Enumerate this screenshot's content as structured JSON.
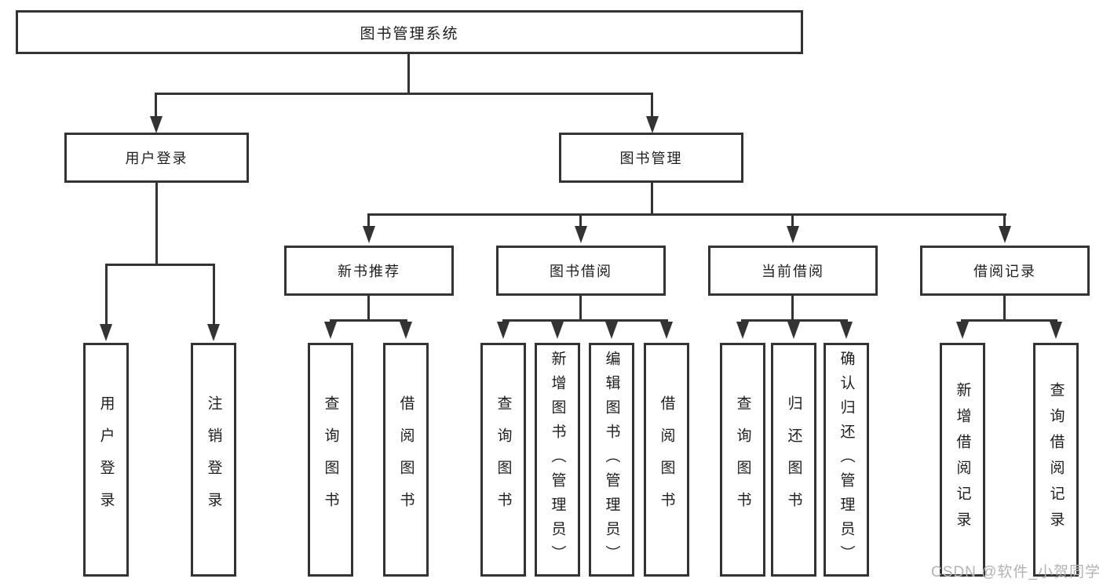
{
  "tree": {
    "label": "图书管理系统",
    "children": [
      {
        "label": "用户登录",
        "children": [
          {
            "label": "用户登录"
          },
          {
            "label": "注销登录"
          }
        ]
      },
      {
        "label": "图书管理",
        "children": [
          {
            "label": "新书推荐",
            "children": [
              {
                "label": "查询图书"
              },
              {
                "label": "借阅图书"
              }
            ]
          },
          {
            "label": "图书借阅",
            "children": [
              {
                "label": "查询图书"
              },
              {
                "label": "新增图书（管理员）"
              },
              {
                "label": "编辑图书（管理员）"
              },
              {
                "label": "借阅图书"
              }
            ]
          },
          {
            "label": "当前借阅",
            "children": [
              {
                "label": "查询图书"
              },
              {
                "label": "归还图书"
              },
              {
                "label": "确认归还（管理员）"
              }
            ]
          },
          {
            "label": "借阅记录",
            "children": [
              {
                "label": "新增借阅记录"
              },
              {
                "label": "查询借阅记录"
              }
            ]
          }
        ]
      }
    ]
  },
  "watermark": {
    "text": "CSDN @软件_小贺同学",
    "color": "#b3b3b3"
  },
  "colors": {
    "line": "#333333",
    "text": "#1e1e1e",
    "background": "#ffffff",
    "box_background": "#ffffff"
  }
}
